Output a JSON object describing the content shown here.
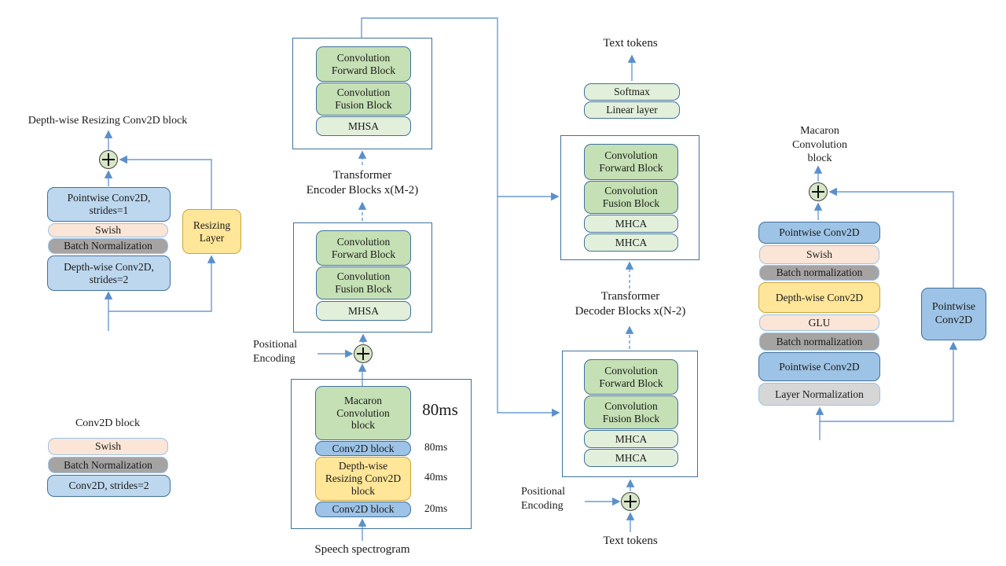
{
  "icons": {
    "sum_node": "circled-plus"
  },
  "palette": {
    "green": "#C5E0B4",
    "light_green": "#E2EFDA",
    "light_blue": "#BDD7EE",
    "medium_blue": "#9DC3E6",
    "peach": "#FBE5D6",
    "gray": "#A6A3A3",
    "light_gray": "#D6D6D6",
    "yellow": "#FFE699",
    "line_blue": "#6C9BD2"
  },
  "left_dw": {
    "title": "Depth-wise Resizing Conv2D block",
    "blocks": [
      {
        "label": "Pointwise Conv2D,\nstrides=1",
        "color": "light_blue"
      },
      {
        "label": "Swish",
        "color": "peach"
      },
      {
        "label": "Batch Normalization",
        "color": "gray"
      },
      {
        "label": "Depth-wise Conv2D,\nstrides=2",
        "color": "light_blue"
      }
    ],
    "resizing_layer": "Resizing\nLayer"
  },
  "left_conv": {
    "title": "Conv2D block",
    "blocks": [
      {
        "label": "Swish",
        "color": "peach"
      },
      {
        "label": "Batch Normalization",
        "color": "gray"
      },
      {
        "label": "Conv2D, strides=2",
        "color": "light_blue"
      }
    ]
  },
  "encoder": {
    "repeat_label": "Transformer\nEncoder Blocks x(M-2)",
    "positional_label": "Positional\nEncoding",
    "top_block": [
      "Convolution\nForward Block",
      "Convolution\nFusion Block",
      "MHSA"
    ],
    "bottom_block": [
      "Convolution\nForward Block",
      "Convolution\nFusion Block",
      "MHSA"
    ]
  },
  "frontend": {
    "blocks": [
      {
        "label": "Macaron\nConvolution\nblock",
        "color": "green"
      },
      {
        "label": "Conv2D block",
        "color": "medium_blue"
      },
      {
        "label": "Depth-wise\nResizing Conv2D\nblock",
        "color": "yellow"
      },
      {
        "label": "Conv2D block",
        "color": "medium_blue"
      }
    ],
    "frame_rate_big": "80ms",
    "frame_rates": [
      "80ms",
      "40ms",
      "20ms"
    ],
    "input_label": "Speech spectrogram"
  },
  "output_head": {
    "output_label": "Text tokens",
    "blocks": [
      "Softmax",
      "Linear layer"
    ]
  },
  "decoder": {
    "repeat_label": "Transformer\nDecoder Blocks x(N-2)",
    "positional_label": "Positional\nEncoding",
    "input_label": "Text tokens",
    "top_block": [
      "Convolution\nForward Block",
      "Convolution\nFusion Block",
      "MHCA",
      "MHCA"
    ],
    "bottom_block": [
      "Convolution\nForward Block",
      "Convolution\nFusion Block",
      "MHCA",
      "MHCA"
    ]
  },
  "macaron": {
    "title": "Macaron\nConvolution\nblock",
    "blocks": [
      {
        "label": "Pointwise Conv2D",
        "color": "medium_blue"
      },
      {
        "label": "Swish",
        "color": "peach"
      },
      {
        "label": "Batch normalization",
        "color": "gray"
      },
      {
        "label": "Depth-wise Conv2D",
        "color": "yellow"
      },
      {
        "label": "GLU",
        "color": "peach"
      },
      {
        "label": "Batch normalization",
        "color": "gray"
      },
      {
        "label": "Pointwise Conv2D",
        "color": "medium_blue"
      },
      {
        "label": "Layer Normalization",
        "color": "light_gray"
      }
    ],
    "side_block": "Pointwise\nConv2D"
  }
}
